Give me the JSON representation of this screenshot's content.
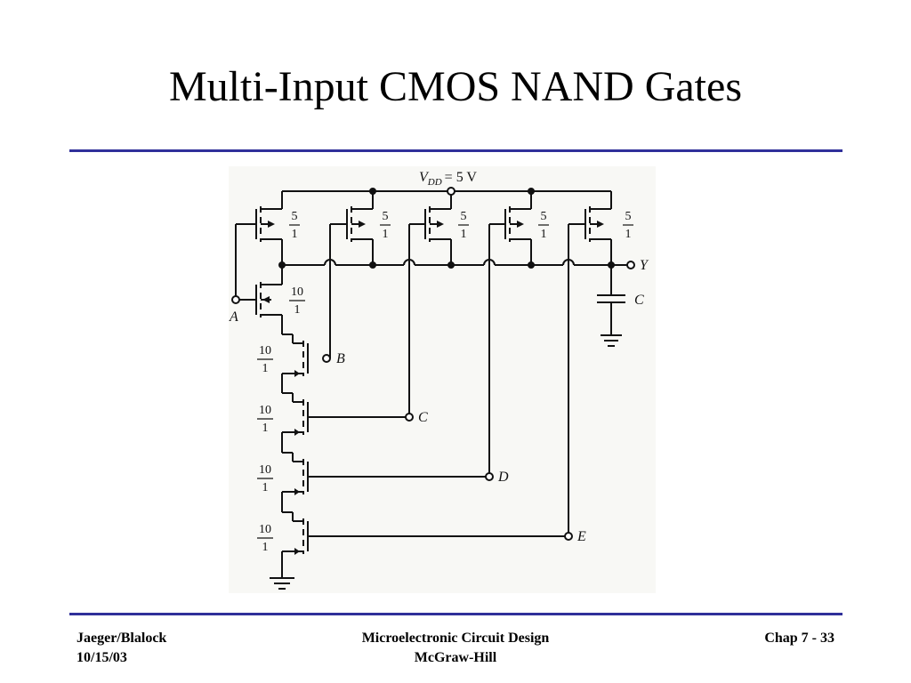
{
  "slide": {
    "title": "Multi-Input CMOS NAND Gates"
  },
  "circuit": {
    "supply": {
      "symbol": "V",
      "subscript": "DD",
      "value": "= 5 V"
    },
    "output": "Y",
    "load_cap": "C",
    "pmos": [
      {
        "ratio_num": "5",
        "ratio_den": "1"
      },
      {
        "ratio_num": "5",
        "ratio_den": "1"
      },
      {
        "ratio_num": "5",
        "ratio_den": "1"
      },
      {
        "ratio_num": "5",
        "ratio_den": "1"
      },
      {
        "ratio_num": "5",
        "ratio_den": "1"
      }
    ],
    "nmos": [
      {
        "input": "A",
        "ratio_num": "10",
        "ratio_den": "1"
      },
      {
        "input": "B",
        "ratio_num": "10",
        "ratio_den": "1"
      },
      {
        "input": "C",
        "ratio_num": "10",
        "ratio_den": "1"
      },
      {
        "input": "D",
        "ratio_num": "10",
        "ratio_den": "1"
      },
      {
        "input": "E",
        "ratio_num": "10",
        "ratio_den": "1"
      }
    ]
  },
  "footer": {
    "left_line1": "Jaeger/Blalock",
    "left_line2": "10/15/03",
    "center_line1": "Microelectronic Circuit Design",
    "center_line2": "McGraw-Hill",
    "right": "Chap 7 - 33"
  },
  "colors": {
    "rule": "#30309a",
    "wire": "#111111"
  }
}
